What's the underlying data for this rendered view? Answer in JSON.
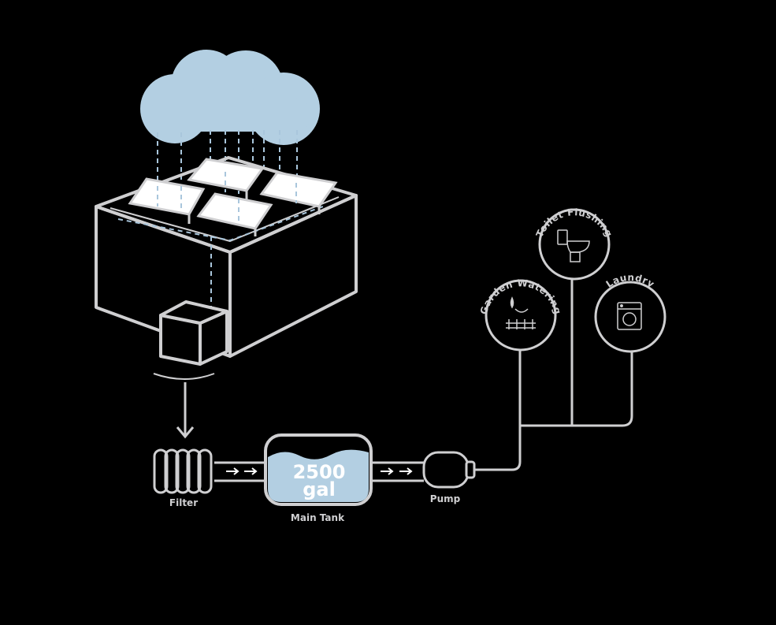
{
  "diagram": {
    "tank": {
      "volume": "2500",
      "unit": "gal",
      "label": "Main Tank"
    },
    "filter_label": "Filter",
    "pump_label": "Pump",
    "outputs": [
      {
        "label": "Garden Watering",
        "icon": "garden-watering-icon"
      },
      {
        "label": "Toilet Flushing",
        "icon": "toilet-icon"
      },
      {
        "label": "Laundry",
        "icon": "washing-machine-icon"
      }
    ]
  },
  "colors": {
    "background": "#000000",
    "line": "#cfcfd1",
    "water": "#b3cfe2",
    "rain": "#a9c6dc"
  }
}
